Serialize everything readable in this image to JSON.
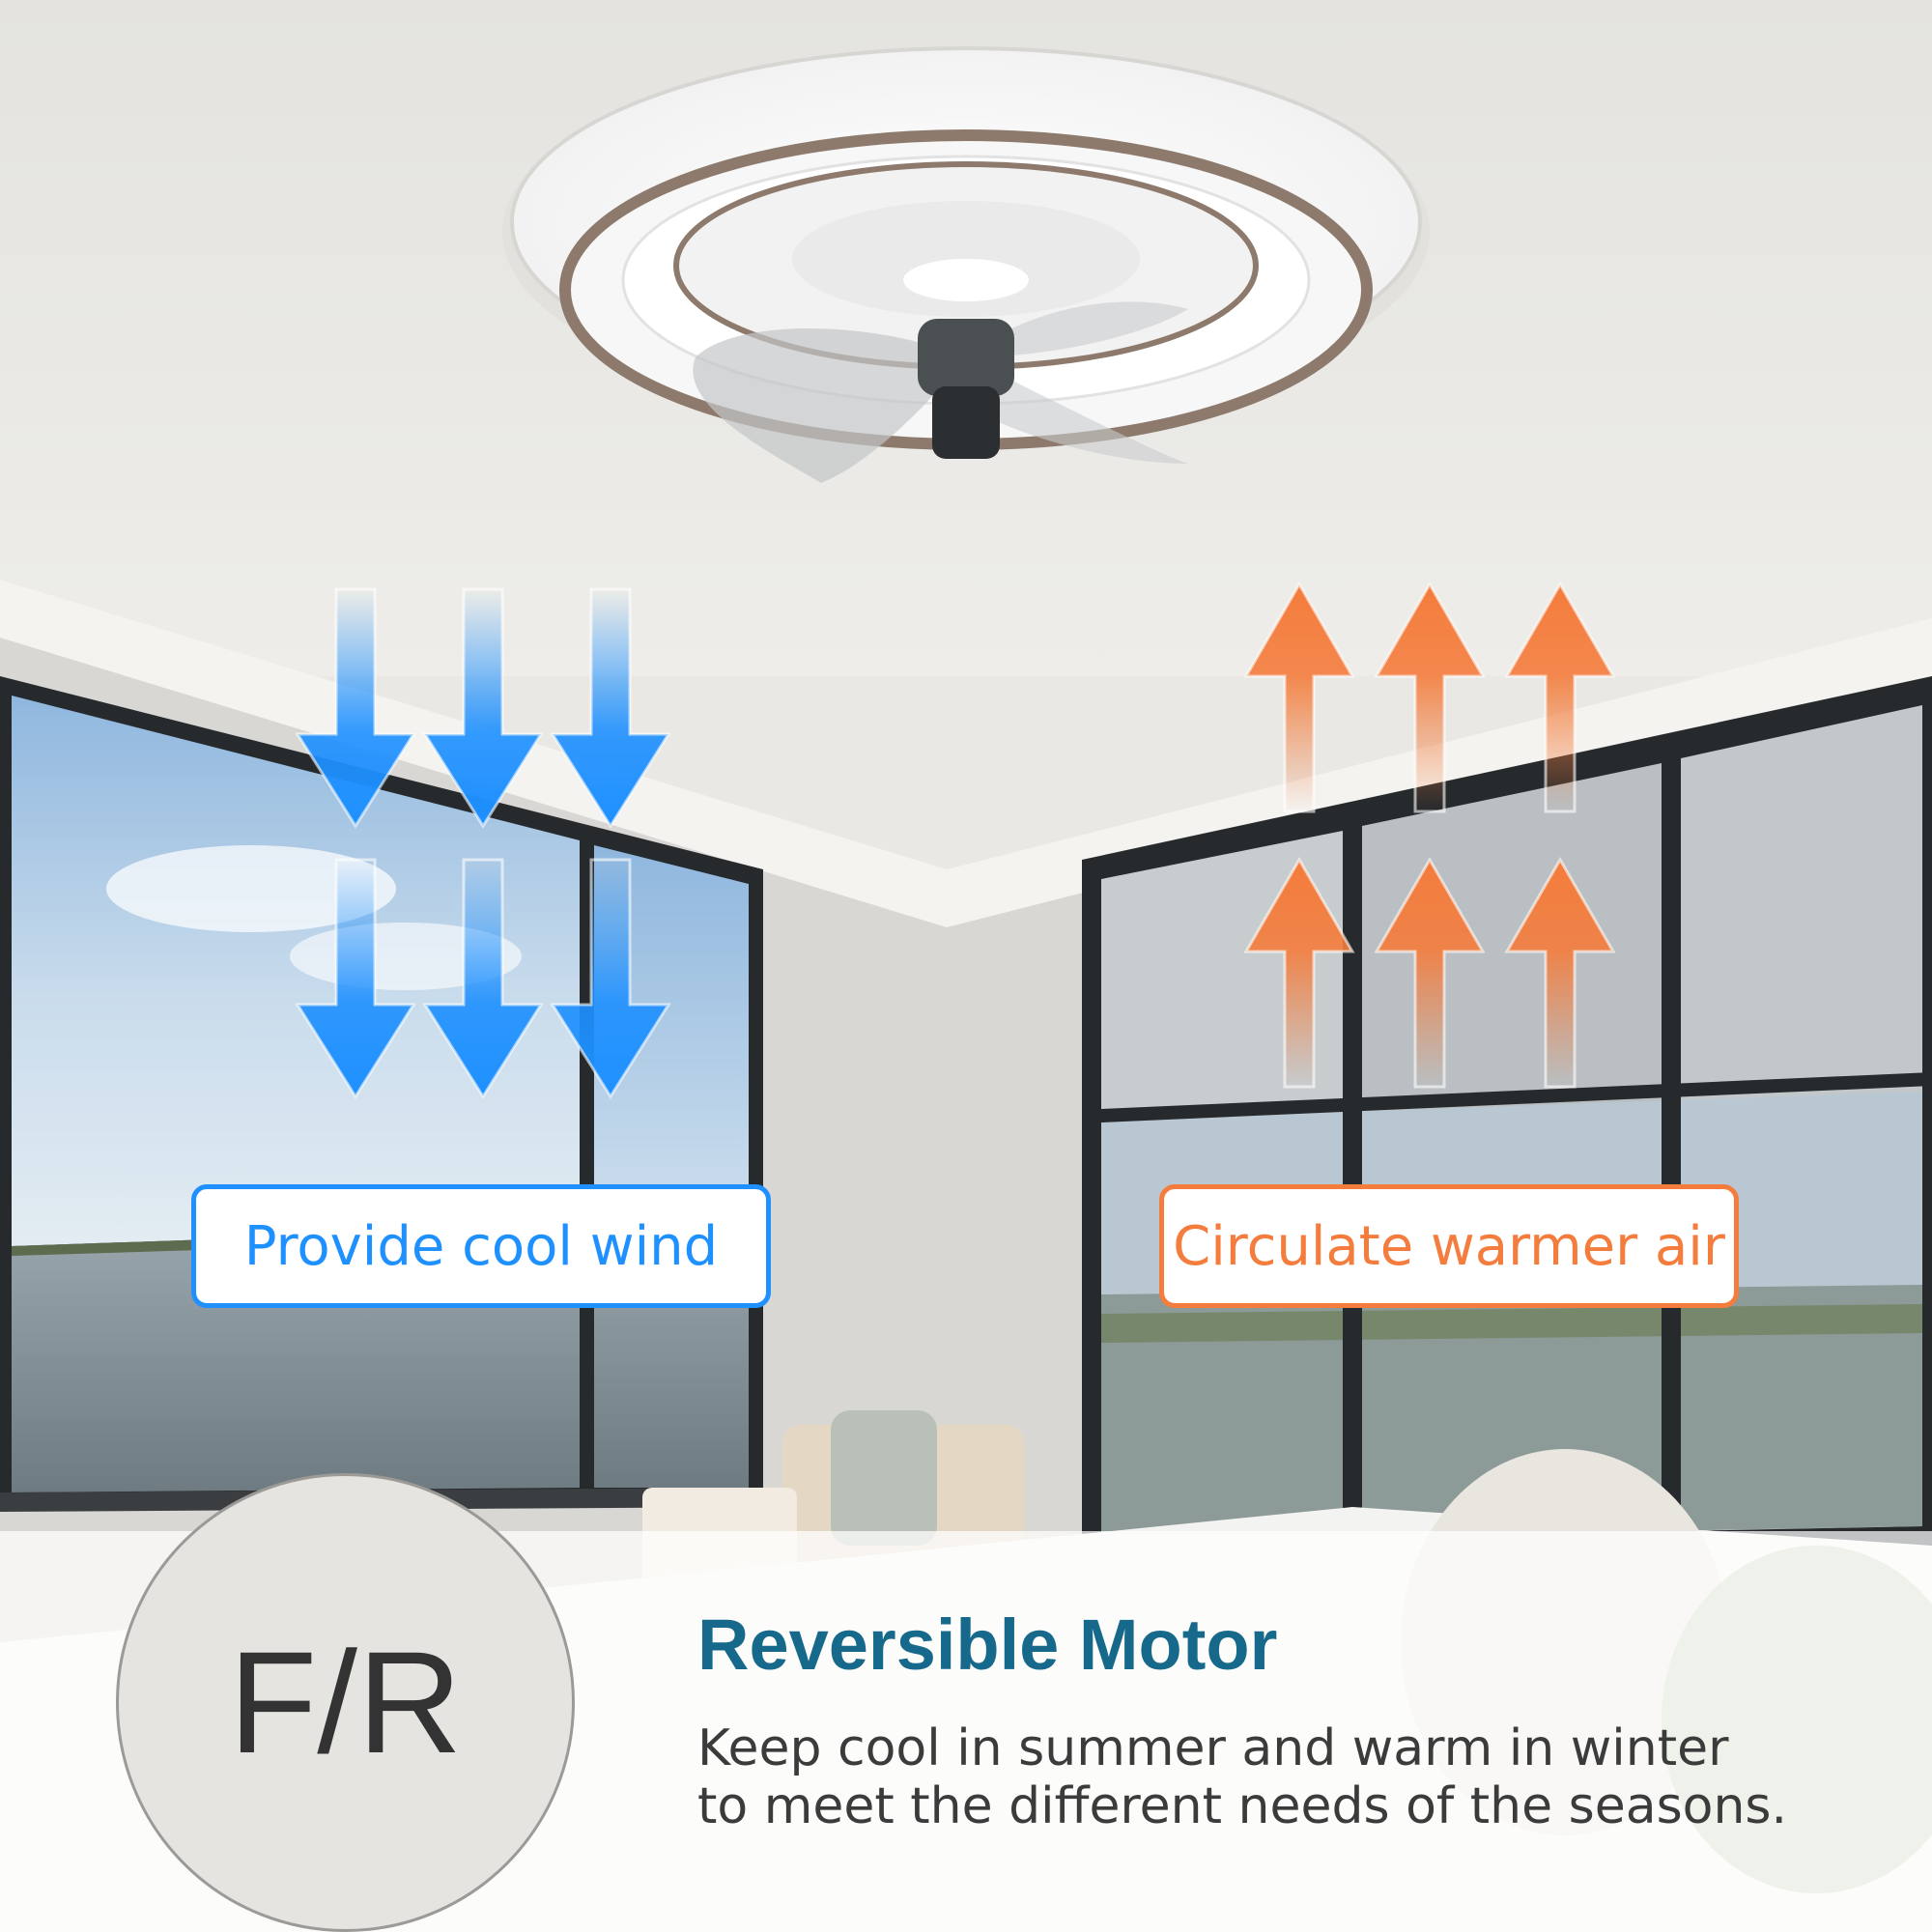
{
  "labels": {
    "cool": "Provide cool wind",
    "warm": "Circulate warmer air"
  },
  "badge": {
    "text": "F/R"
  },
  "headline": "Reversible Motor",
  "description": {
    "line1": "Keep cool in summer and warm in winter",
    "line2": "to meet the different needs of the seasons."
  },
  "colors": {
    "cool_arrow": "#1e90ff",
    "warm_arrow": "#f47c3c",
    "headline": "#17698b",
    "text": "#3b3b3b"
  },
  "icons": {
    "down_arrows": "arrow-down-icon",
    "up_arrows": "arrow-up-icon"
  }
}
